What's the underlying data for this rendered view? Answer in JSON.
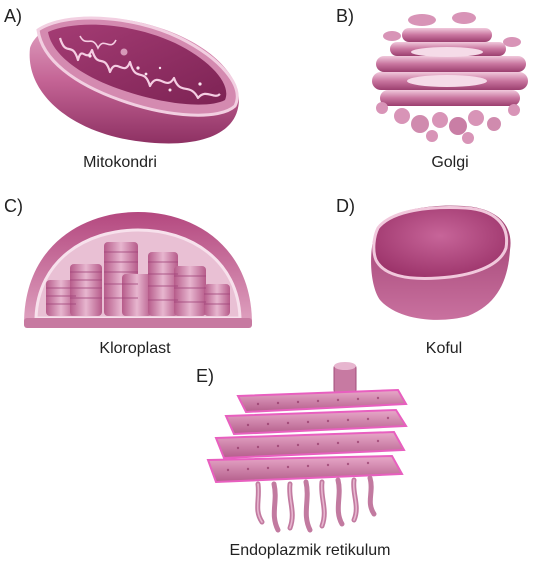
{
  "options": [
    {
      "letter": "A)",
      "caption": "Mitokondri"
    },
    {
      "letter": "B)",
      "caption": "Golgi"
    },
    {
      "letter": "C)",
      "caption": "Kloroplast"
    },
    {
      "letter": "D)",
      "caption": "Koful"
    },
    {
      "letter": "E)",
      "caption": "Endoplazmik retikulum"
    }
  ],
  "colors": {
    "membrane": "#b1427a",
    "membrane_light": "#e7b6cf",
    "membrane_dark": "#7a2350",
    "inner": "#f6dcea",
    "accent": "#e85fbf"
  }
}
